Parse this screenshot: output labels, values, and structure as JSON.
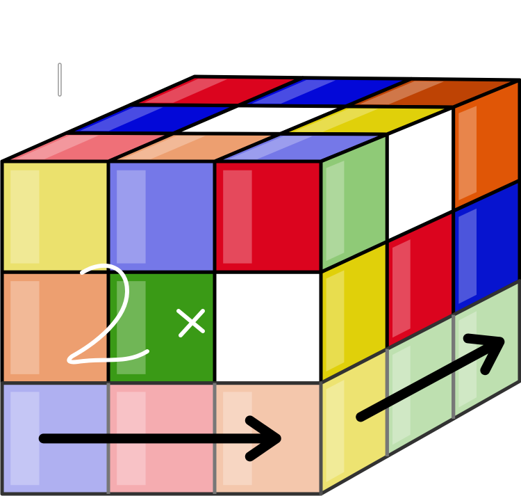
{
  "figure": {
    "annotation": "2x",
    "rows_highlighted": "bottom"
  },
  "palette": {
    "Y": "#ebe16d",
    "B": "#7578e8",
    "R": "#db041e",
    "O": "#e05606",
    "G": "#3a9a16",
    "W": "#ffffff",
    "LY": "#e0d00a",
    "LB": "#0308d8",
    "LO": "#ed9f70",
    "LP": "#ef7078",
    "LG": "#8fca77",
    "DK": "#be4304",
    "MB": "#0714cf"
  },
  "faces": {
    "top": [
      [
        "R",
        "LB",
        "DK"
      ],
      [
        "LB",
        "W",
        "LY"
      ],
      [
        "LP",
        "LO",
        "B"
      ]
    ],
    "front": [
      [
        "Y",
        "B",
        "R"
      ],
      [
        "LO",
        "G",
        "W"
      ],
      [
        "B",
        "LP",
        "LO"
      ]
    ],
    "right": [
      [
        "LG",
        "W",
        "O"
      ],
      [
        "LY",
        "R",
        "MB"
      ],
      [
        "LY",
        "LG",
        "LG"
      ]
    ]
  },
  "arrows": [
    {
      "face": "front",
      "row": 2,
      "direction": "right"
    },
    {
      "face": "right",
      "row": 2,
      "direction": "right"
    }
  ]
}
